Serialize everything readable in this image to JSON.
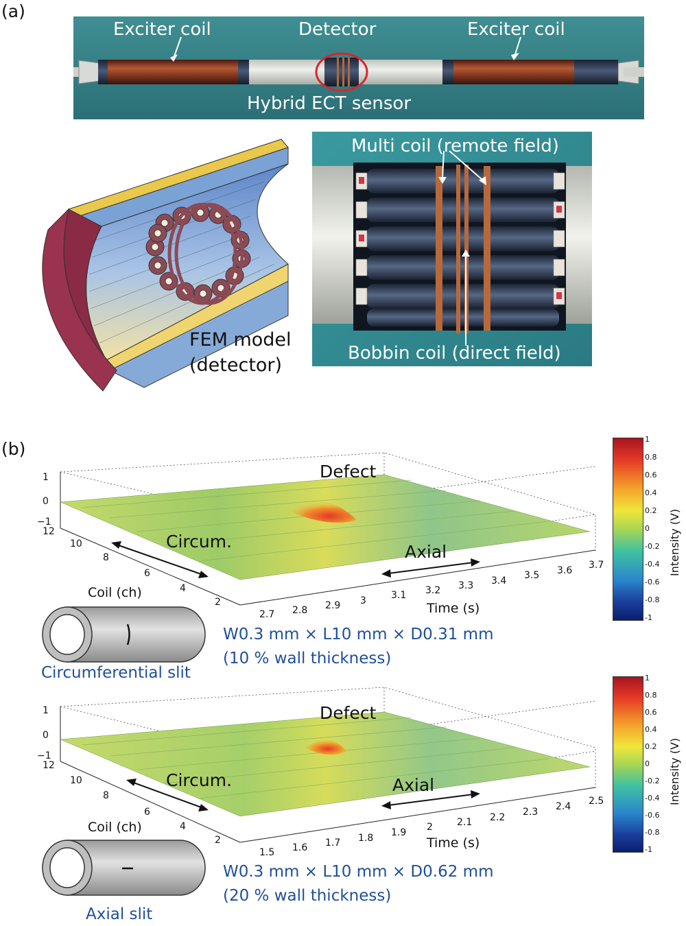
{
  "panel_a": {
    "label": "(a)",
    "top_photo": {
      "exciter_left": "Exciter coil",
      "detector": "Detector",
      "exciter_right": "Exciter coil",
      "sensor_caption": "Hybrid ECT sensor"
    },
    "fem_model": {
      "line1": "FEM model",
      "line2": "(detector)"
    },
    "closeup_photo": {
      "multi_coil": "Multi coil (remote field)",
      "bobbin_coil": "Bobbin coil (direct field)"
    }
  },
  "panel_b": {
    "label": "(b)",
    "colors": {
      "surface": "#a8cc5a",
      "peak": "#e8402a",
      "caption_blue": "#1f4f9a"
    },
    "plots": [
      {
        "defect_label": "Defect",
        "circum_label": "Circum.",
        "axial_label": "Axial",
        "z_ticks": [
          "1",
          "0",
          "−1"
        ],
        "coil_ticks": [
          "12",
          "10",
          "8",
          "6",
          "4",
          "2"
        ],
        "coil_axis_title": "Coil (ch)",
        "time_ticks": [
          "2.7",
          "2.8",
          "2.9",
          "3",
          "3.1",
          "3.2",
          "3.3",
          "3.4",
          "3.5",
          "3.6",
          "3.7"
        ],
        "time_axis_title": "Time (s)",
        "defect_desc": "W0.3 mm × L10 mm × D0.31 mm",
        "defect_pct": "(10 % wall thickness)",
        "slit_type": "Circumferential slit"
      },
      {
        "defect_label": "Defect",
        "circum_label": "Circum.",
        "axial_label": "Axial",
        "z_ticks": [
          "1",
          "0",
          "−1"
        ],
        "coil_ticks": [
          "12",
          "10",
          "8",
          "6",
          "4",
          "2"
        ],
        "coil_axis_title": "Coil (ch)",
        "time_ticks": [
          "1.5",
          "1.6",
          "1.7",
          "1.8",
          "1.9",
          "2",
          "2.1",
          "2.2",
          "2.3",
          "2.4",
          "2.5"
        ],
        "time_axis_title": "Time (s)",
        "defect_desc": "W0.3 mm × L10 mm × D0.62 mm",
        "defect_pct": "(20 % wall thickness)",
        "slit_type": "Axial slit"
      }
    ],
    "colorbar": {
      "ticks": [
        "1",
        "0.8",
        "0.6",
        "0.4",
        "0.2",
        "0",
        "-0.2",
        "-0.4",
        "-0.6",
        "-0.8",
        "-1"
      ],
      "title": "Intensity (V)"
    }
  }
}
